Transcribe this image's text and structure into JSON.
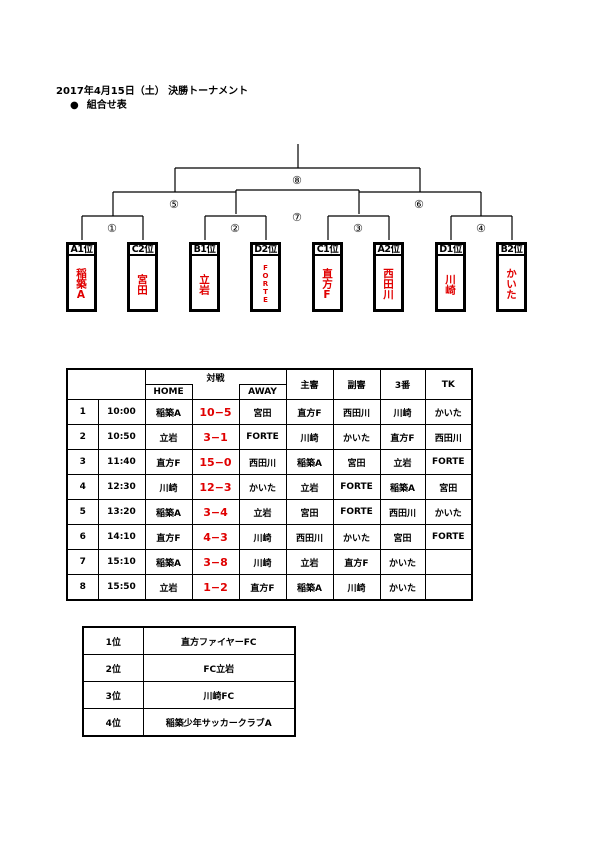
{
  "header": {
    "title": "2017年4月15日（土） 決勝トーナメント",
    "bullet": "●",
    "subtitle": "組合せ表"
  },
  "bracket": {
    "match_numbers": [
      "①",
      "②",
      "③",
      "④",
      "⑤",
      "⑥",
      "⑦",
      "⑧"
    ],
    "teams": [
      {
        "seed": "A1位",
        "name": "稲築A"
      },
      {
        "seed": "C2位",
        "name": "宮田"
      },
      {
        "seed": "B1位",
        "name": "立岩"
      },
      {
        "seed": "D2位",
        "name": "FORTE"
      },
      {
        "seed": "C1位",
        "name": "直方F"
      },
      {
        "seed": "A2位",
        "name": "西田川"
      },
      {
        "seed": "D1位",
        "name": "川崎"
      },
      {
        "seed": "B2位",
        "name": "かいた"
      }
    ]
  },
  "schedule": {
    "header": {
      "match": "対戦",
      "home": "HOME",
      "away": "AWAY",
      "referee": "主審",
      "assistant": "副審",
      "fourth": "3番",
      "tk": "TK"
    },
    "rows": [
      {
        "no": "1",
        "time": "10:00",
        "home": "稲築A",
        "score": "10−5",
        "away": "宮田",
        "referee": "直方F",
        "assistant": "西田川",
        "fourth": "川崎",
        "tk": "かいた"
      },
      {
        "no": "2",
        "time": "10:50",
        "home": "立岩",
        "score": "3−1",
        "away": "FORTE",
        "referee": "川崎",
        "assistant": "かいた",
        "fourth": "直方F",
        "tk": "西田川"
      },
      {
        "no": "3",
        "time": "11:40",
        "home": "直方F",
        "score": "15−0",
        "away": "西田川",
        "referee": "稲築A",
        "assistant": "宮田",
        "fourth": "立岩",
        "tk": "FORTE"
      },
      {
        "no": "4",
        "time": "12:30",
        "home": "川崎",
        "score": "12−3",
        "away": "かいた",
        "referee": "立岩",
        "assistant": "FORTE",
        "fourth": "稲築A",
        "tk": "宮田"
      },
      {
        "no": "5",
        "time": "13:20",
        "home": "稲築A",
        "score": "3−4",
        "away": "立岩",
        "referee": "宮田",
        "assistant": "FORTE",
        "fourth": "西田川",
        "tk": "かいた"
      },
      {
        "no": "6",
        "time": "14:10",
        "home": "直方F",
        "score": "4−3",
        "away": "川崎",
        "referee": "西田川",
        "assistant": "かいた",
        "fourth": "宮田",
        "tk": "FORTE"
      },
      {
        "no": "7",
        "time": "15:10",
        "home": "稲築A",
        "score": "3−8",
        "away": "川崎",
        "referee": "立岩",
        "assistant": "直方F",
        "fourth": "かいた",
        "tk": ""
      },
      {
        "no": "8",
        "time": "15:50",
        "home": "立岩",
        "score": "1−2",
        "away": "直方F",
        "referee": "稲築A",
        "assistant": "川崎",
        "fourth": "かいた",
        "tk": ""
      }
    ]
  },
  "ranking": [
    {
      "place": "1位",
      "team": "直方ファイヤーFC"
    },
    {
      "place": "2位",
      "team": "FC立岩"
    },
    {
      "place": "3位",
      "team": "川崎FC"
    },
    {
      "place": "4位",
      "team": "稲築少年サッカークラブA"
    }
  ]
}
